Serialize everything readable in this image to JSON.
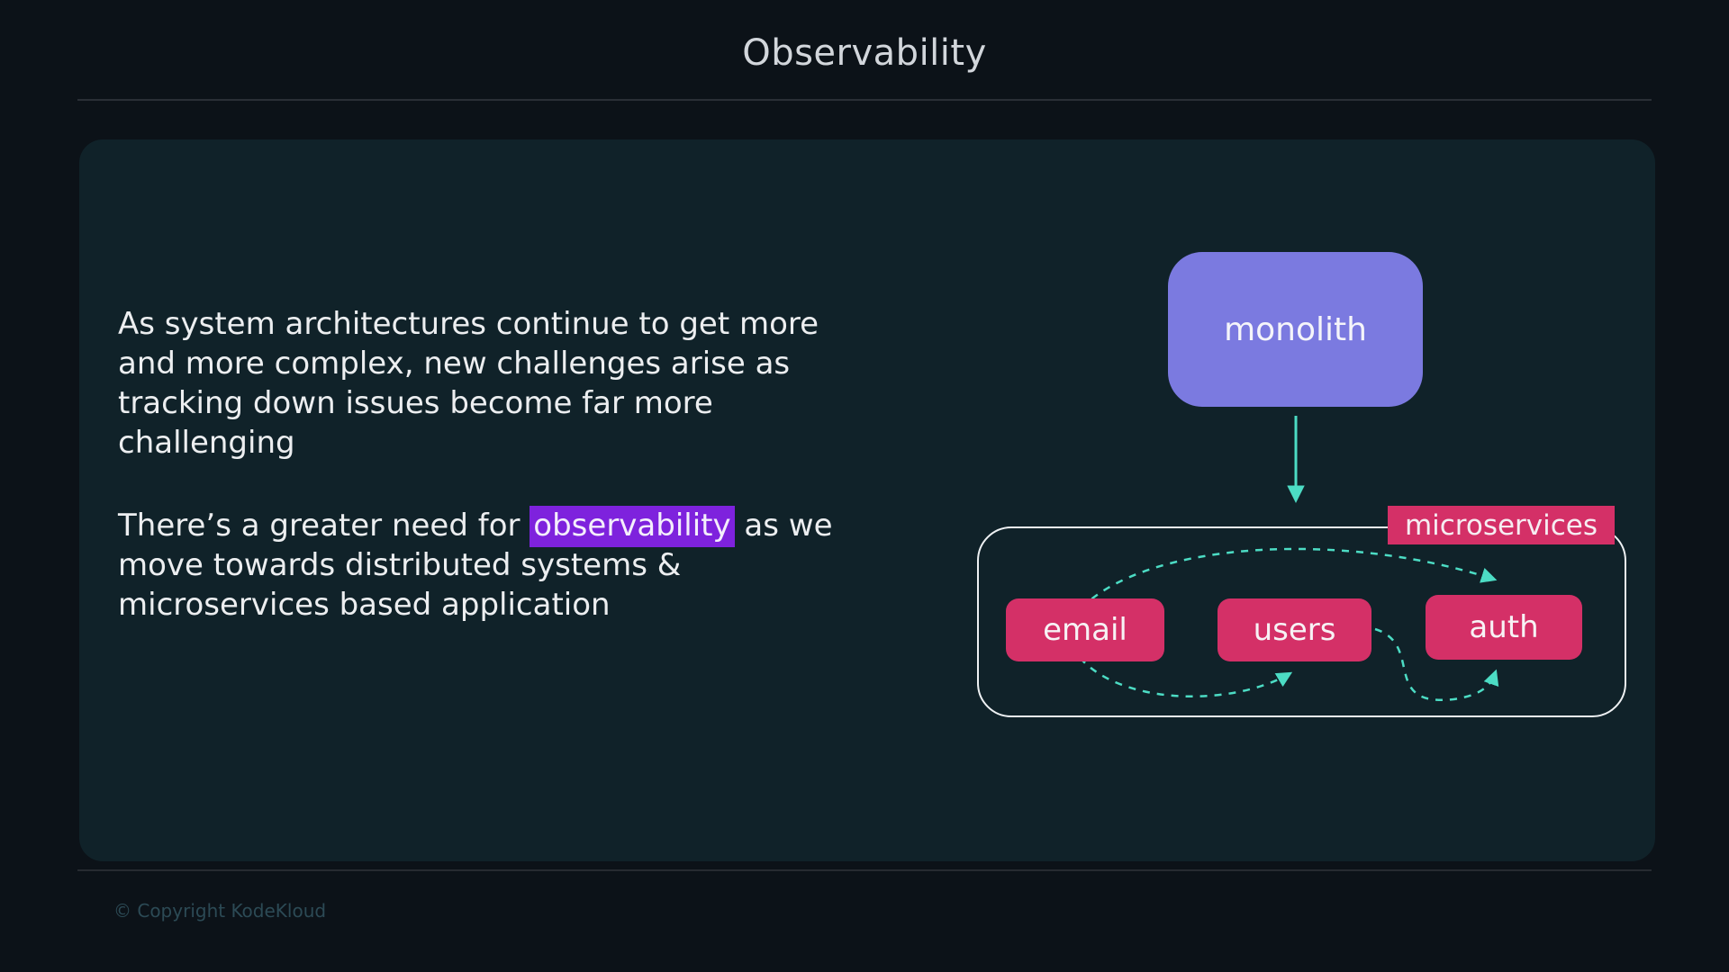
{
  "slide": {
    "title": "Observability",
    "copyright": "© Copyright KodeKloud"
  },
  "text_block": {
    "p1_lines": [
      "As system architectures continue to get more",
      "and more complex, new challenges arise as",
      "tracking down issues become far more",
      "challenging"
    ],
    "p2_line1_before": "There’s a greater need for ",
    "p2_highlight": "observability",
    "p2_line1_after": " as we",
    "p2_line2": "move towards distributed systems &",
    "p2_line3": "microservices based application"
  },
  "diagram": {
    "monolith_label": "monolith",
    "microservices_label": "microservices",
    "services": [
      {
        "label": "email"
      },
      {
        "label": "users"
      },
      {
        "label": "auth"
      }
    ],
    "colors": {
      "monolith_fill": "#7b7ae0",
      "service_fill": "#d43067",
      "arrow_teal": "#4cdcc4",
      "container_border": "#eef1f3",
      "highlight_purple": "#7e22dd",
      "card_background": "#102229",
      "page_background": "#0c1218"
    }
  }
}
